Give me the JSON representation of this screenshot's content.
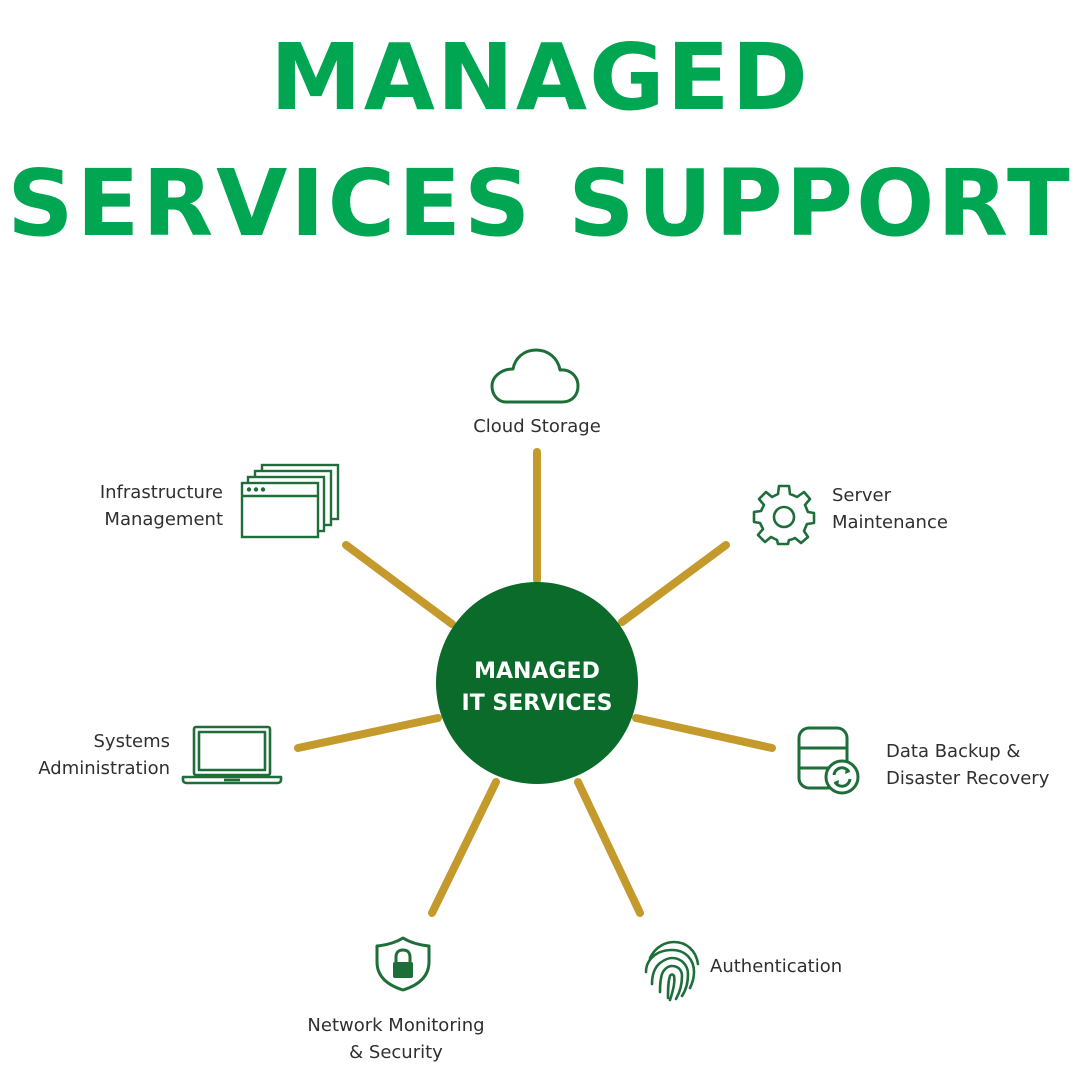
{
  "title": {
    "line1": "MANAGED",
    "line2": "SERVICES SUPPORT"
  },
  "hub": {
    "line1": "MANAGED",
    "line2": "IT SERVICES"
  },
  "nodes": {
    "cloud_storage": {
      "line1": "Cloud Storage",
      "icon": "cloud-icon"
    },
    "server_maintenance": {
      "line1": "Server",
      "line2": "Maintenance",
      "icon": "gear-icon"
    },
    "data_backup": {
      "line1": "Data Backup &",
      "line2": "Disaster Recovery",
      "icon": "database-sync-icon"
    },
    "authentication": {
      "line1": "Authentication",
      "icon": "fingerprint-icon"
    },
    "network_monitoring": {
      "line1": "Network Monitoring",
      "line2": "& Security",
      "icon": "shield-lock-icon"
    },
    "systems_administration": {
      "line1": "Systems",
      "line2": "Administration",
      "icon": "laptop-icon"
    },
    "infrastructure_management": {
      "line1": "Infrastructure",
      "line2": "Management",
      "icon": "browser-windows-icon"
    }
  },
  "colors": {
    "title": "#00a651",
    "hub": "#0b6b2a",
    "spoke": "#c49a2c",
    "icon": "#1e6e3a",
    "label": "#2f2f2f"
  }
}
